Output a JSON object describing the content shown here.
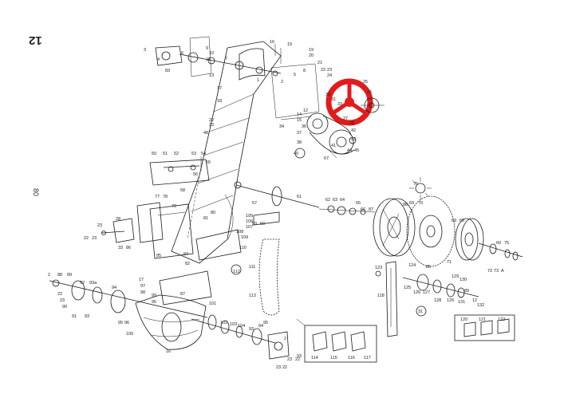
{
  "page_number": "12",
  "side_number": "80",
  "highlight_color": "#e21b1b",
  "ink_color": "#1a1a1a",
  "callouts": {
    "c1": "1",
    "c2": "2",
    "c3": "3",
    "c4": "4",
    "c5": "5",
    "c6": "6",
    "c7": "7",
    "c8": "8",
    "c9": "9",
    "c10": "10",
    "c11": "11",
    "c12": "12",
    "c13": "13",
    "c14": "14",
    "c15": "15",
    "c16": "16",
    "c17": "17",
    "c18": "18",
    "c19": "19",
    "c20": "20",
    "c21": "21",
    "c22": "22",
    "c23": "23",
    "c24": "24",
    "c25": "25",
    "c26": "26",
    "c27": "27",
    "c28": "28",
    "c30": "30",
    "c31": "31",
    "c33": "33",
    "c34": "34",
    "c36": "36",
    "c37": "37",
    "c38": "38",
    "c40": "40",
    "c41": "41",
    "c42": "42",
    "c43": "43",
    "c44": "44",
    "c45": "45",
    "c48": "48",
    "c50": "50",
    "c51": "51",
    "c52": "52",
    "c53": "53",
    "c54": "54",
    "c55": "55",
    "c56": "56",
    "c57": "57",
    "c58": "58",
    "c59": "59",
    "c60": "60",
    "c61": "61",
    "c62": "62",
    "c63": "63",
    "c64": "64",
    "c65": "65",
    "c66": "66",
    "c67": "67",
    "c68": "68",
    "c69": "69",
    "c70": "70",
    "c71": "71",
    "c72": "72",
    "c73": "73",
    "c75": "75",
    "c76": "76",
    "c77": "77",
    "c78": "78",
    "c79": "79",
    "c80": "80",
    "c81": "81",
    "c82": "82",
    "c83": "83",
    "c84": "84",
    "c85": "85",
    "c86": "86",
    "c87": "87",
    "c88": "88",
    "c89": "89",
    "c90": "90",
    "c91": "91",
    "c92": "92",
    "c93": "93",
    "c93a": "93a",
    "c94": "94",
    "c95": "95",
    "c96": "96",
    "c97": "97",
    "c98": "98",
    "c99": "99",
    "c100": "100",
    "c101": "101",
    "c102": "102",
    "c103": "103",
    "c104": "104",
    "c105": "105",
    "c106": "106",
    "c107": "107",
    "c108": "108",
    "c109": "109",
    "c110": "110",
    "c111": "111",
    "c112": "112",
    "c113": "113",
    "c114": "114",
    "c115": "115",
    "c116": "116",
    "c117": "117",
    "c118": "118",
    "c120": "120",
    "c121": "121",
    "c122": "122",
    "c123": "123",
    "c124": "124",
    "c125": "125",
    "c126": "126",
    "c127": "127",
    "c128": "128",
    "c129": "129",
    "c130": "130",
    "c131": "131",
    "c132": "132",
    "cA": "A"
  }
}
